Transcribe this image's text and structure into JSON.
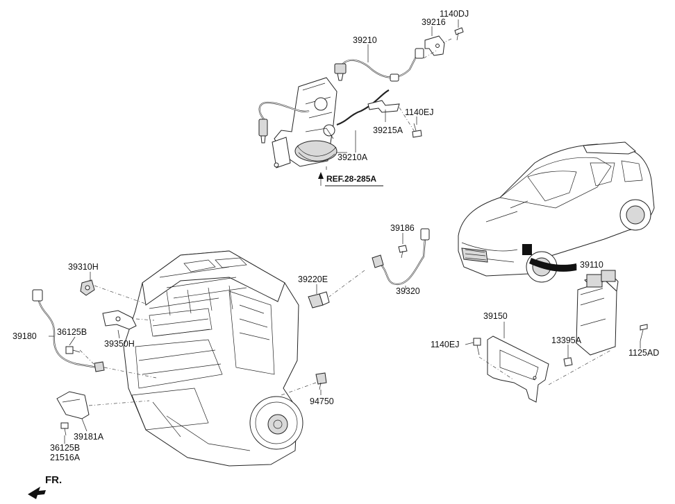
{
  "diagram": {
    "reference_label": "REF.28-285A",
    "orientation_label": "FR.",
    "part_labels": {
      "p1140DJ": "1140DJ",
      "p39216": "39216",
      "p39210": "39210",
      "p1140EJ_top": "1140EJ",
      "p39215A": "39215A",
      "p39210A": "39210A",
      "p39186": "39186",
      "p39110": "39110",
      "p39310H": "39310H",
      "p39220E": "39220E",
      "p39320": "39320",
      "p39180": "39180",
      "p36125B_upper": "36125B",
      "p39350H": "39350H",
      "p39150": "39150",
      "p1140EJ_lower": "1140EJ",
      "p13395A": "13395A",
      "p1125AD": "1125AD",
      "p94750": "94750",
      "p39181A": "39181A",
      "p36125B_lower": "36125B",
      "p21516A": "21516A"
    }
  }
}
